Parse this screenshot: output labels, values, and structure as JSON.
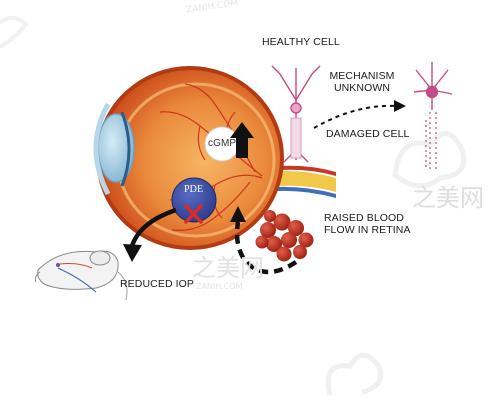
{
  "labels": {
    "healthy_cell": "HEALTHY CELL",
    "mechanism_line1": "MECHANISM",
    "mechanism_line2": "UNKNOWN",
    "damaged_cell": "DAMAGED CELL",
    "cgmp": "cGMP",
    "pde": "PDE",
    "raised_blood_line1": "RAISED BLOOD",
    "raised_blood_line2": "FLOW IN RETINA",
    "reduced_iop": "REDUCED IOP"
  },
  "watermark": {
    "chinese": "之美网",
    "latin": "ZANIH.COM"
  },
  "colors": {
    "eye_outer": "#d9511f",
    "eye_inner": "#f2a24c",
    "cornea": "#9cc4dc",
    "pde_circle": "#3c4fa6",
    "inhibit_x": "#d92b27",
    "blood_cells": "#c2361e",
    "neuron": "#c94a86",
    "nerve_yellow": "#f2c84a",
    "arrow": "#111111"
  }
}
